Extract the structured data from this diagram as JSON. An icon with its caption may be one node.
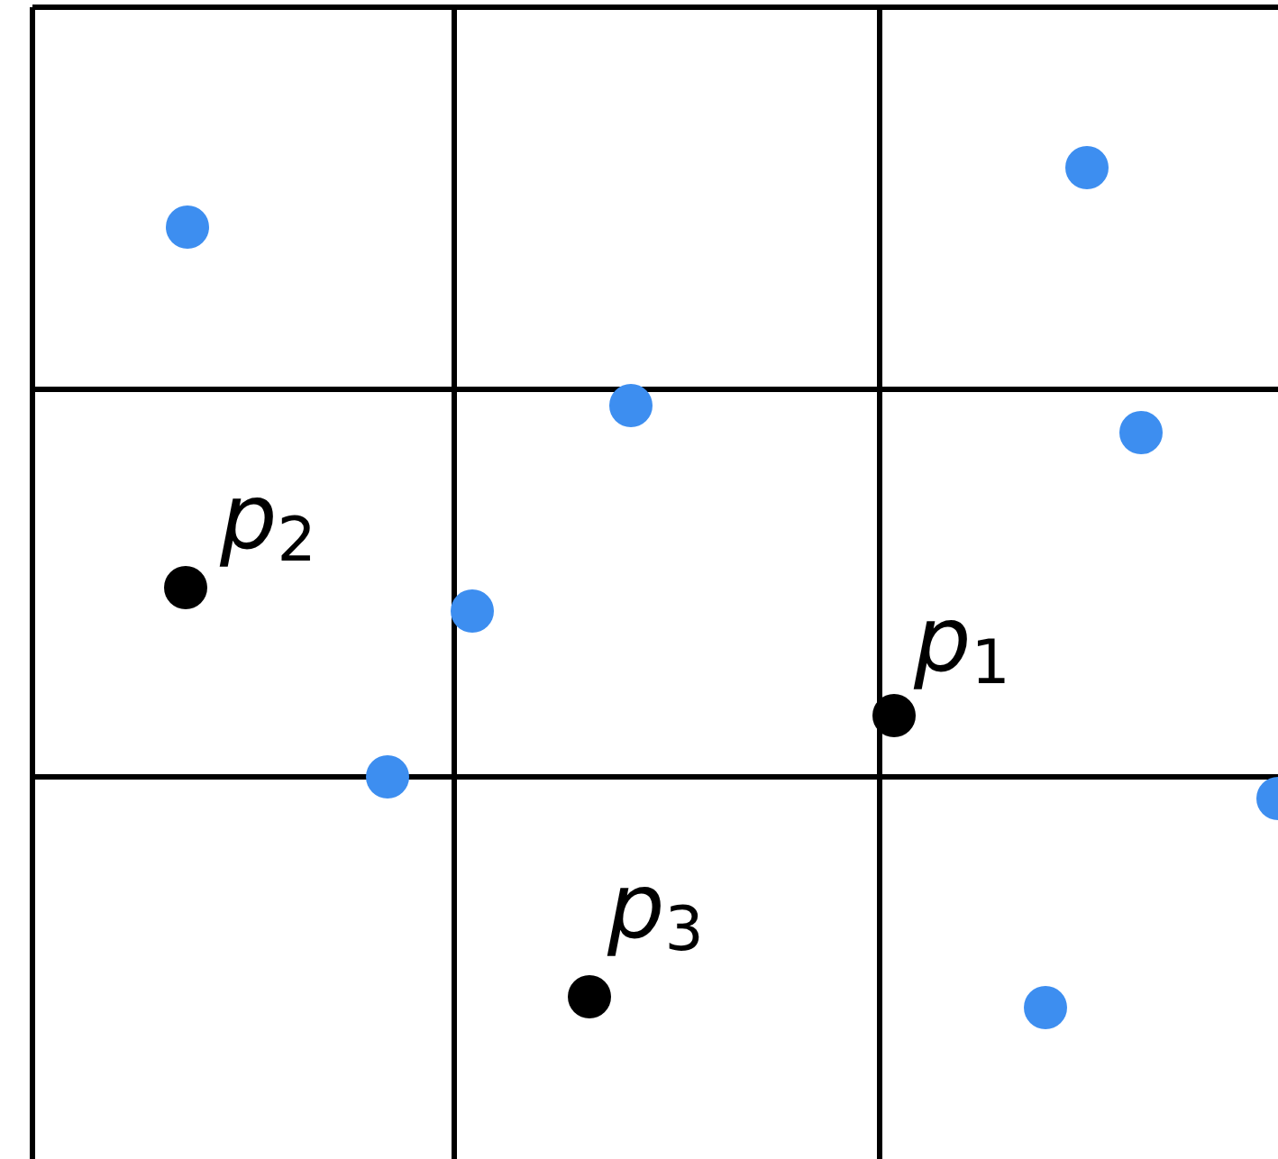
{
  "diagram": {
    "labels": [
      "*p*$_{2}$",
      "*p*$_{1}$",
      "*p*$_{3}$"
    ]
  }
}
